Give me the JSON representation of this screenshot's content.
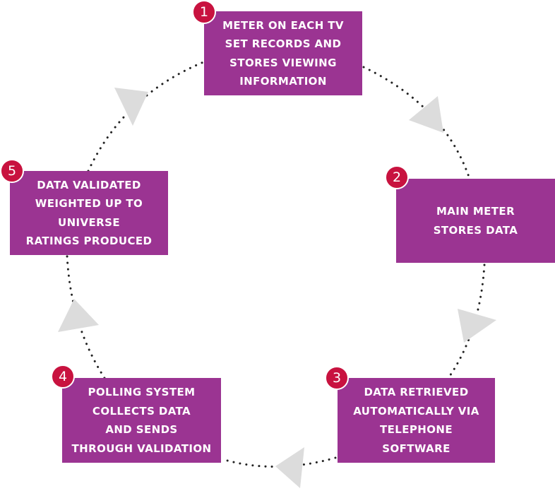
{
  "diagram": {
    "steps": [
      {
        "number": "1",
        "text": "METER ON EACH TV\nSET RECORDS AND\nSTORES VIEWING\nINFORMATION"
      },
      {
        "number": "2",
        "text": "MAIN METER\nSTORES DATA"
      },
      {
        "number": "3",
        "text": "DATA RETRIEVED\nAUTOMATICALLY VIA\nTELEPHONE SOFTWARE"
      },
      {
        "number": "4",
        "text": "POLLING SYSTEM\nCOLLECTS DATA\nAND SENDS\nTHROUGH VALIDATION"
      },
      {
        "number": "5",
        "text": "DATA VALIDATED\nWEIGHTED UP TO\nUNIVERSE\nRATINGS PRODUCED"
      }
    ],
    "colors": {
      "box": "#9b3492",
      "badge": "#c8123f",
      "arrow": "#dcdcdc",
      "dots": "#222222"
    },
    "flow": "clockwise"
  }
}
